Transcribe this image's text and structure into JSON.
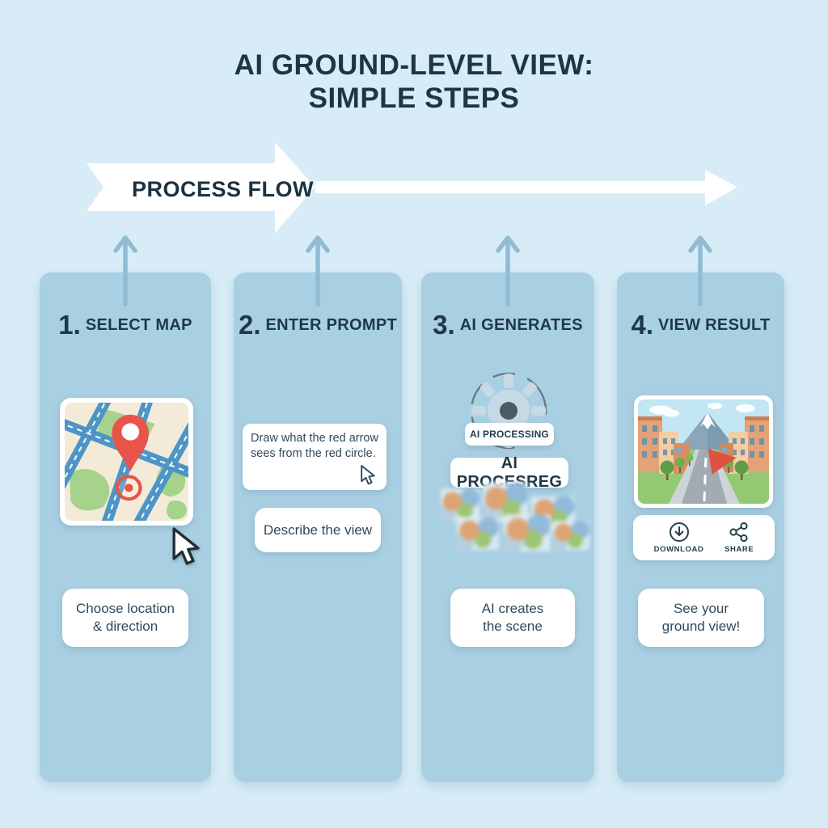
{
  "title": {
    "line1": "AI GROUND-LEVEL VIEW:",
    "line2": "SIMPLE STEPS"
  },
  "process_flow": {
    "label": "PROCESS FLOW"
  },
  "steps": [
    {
      "number": "1.",
      "title": "SELECT MAP",
      "caption": "Choose location & direction"
    },
    {
      "number": "2.",
      "title": "ENTER PROMPT",
      "prompt_text": "Draw what the red arrow sees from the red circle.",
      "caption": "Describe the view"
    },
    {
      "number": "3.",
      "title": "AI GENERATES",
      "badge_small": "AI PROCESSING",
      "badge_large": "AI PROCESREG",
      "caption": "AI creates the scene"
    },
    {
      "number": "4.",
      "title": "VIEW RESULT",
      "actions": [
        {
          "icon": "download-icon",
          "label": "DOWNLOAD"
        },
        {
          "icon": "share-icon",
          "label": "SHARE"
        }
      ],
      "caption": "See your ground view!"
    }
  ],
  "icons": {
    "process_arrow": "right-arrow",
    "step_connector": "up-arrow",
    "map_pin": "map-pin",
    "cursor": "mouse-cursor",
    "gear": "gear",
    "download": "download-circle-arrow",
    "share": "share-nodes"
  },
  "colors": {
    "background": "#d7ecf6",
    "column_bg": "#a9cfe2",
    "text_dark": "#1c3645",
    "accent_red": "#e8544a",
    "arrow_blue": "#8fbcd3",
    "card_white": "#ffffff"
  }
}
